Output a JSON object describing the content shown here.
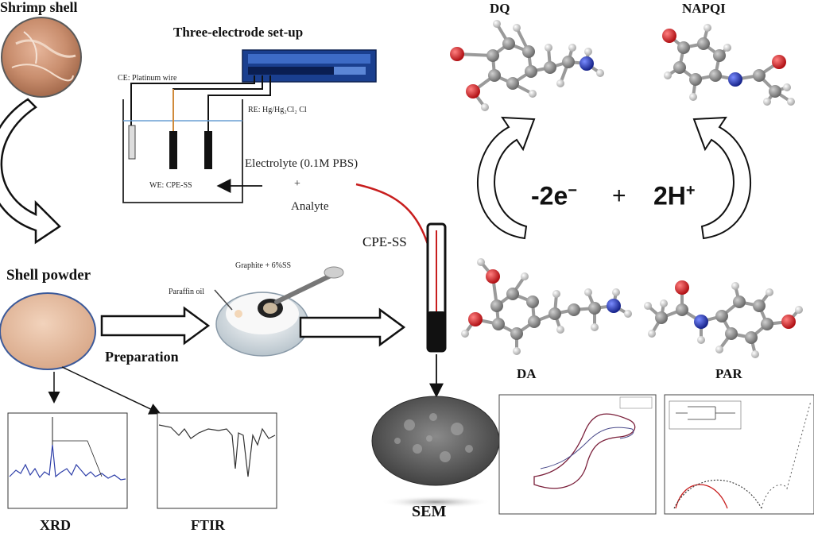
{
  "labels": {
    "shrimp_shell": "Shrimp shell",
    "shell_powder": "Shell powder",
    "preparation": "Preparation",
    "xrd": "XRD",
    "ftir": "FTIR",
    "three_electrode": "Three-electrode set-up",
    "ce": "CE: Platinum wire",
    "re": "RE: Hg/Hg₂Cl₂ Cl",
    "we": "WE: CPE-SS",
    "electrolyte": "Electrolyte (0.1M PBS)",
    "plus_small": "+",
    "analyte": "Analyte",
    "cpe_ss": "CPE-SS",
    "paraffin_oil": "Paraffin oil",
    "graphite_ss": "Graphite + 6%SS",
    "sem": "SEM",
    "dq": "DQ",
    "napqi": "NAPQI",
    "da": "DA",
    "par": "PAR",
    "minus_2e": "-2e",
    "minus_2e_sup": "−",
    "plus_big": "+",
    "two_h": "2H",
    "two_h_sup": "+"
  },
  "colors": {
    "oxygen": "#c0181c",
    "nitrogen": "#1f2f9e",
    "carbon": "#8a8a8a",
    "hydrogen": "#d9d9d9",
    "red_wire": "#c81e1e",
    "potentiostat": "#1a3f8f"
  }
}
